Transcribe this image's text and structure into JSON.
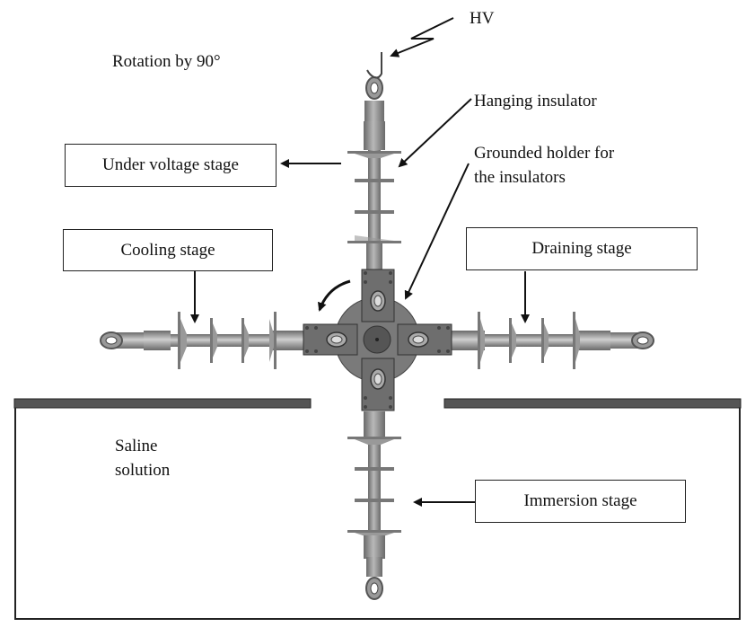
{
  "figure": {
    "hv_label": "HV",
    "rotation_label": "Rotation by 90°",
    "hanging_insulator_label": "Hanging insulator",
    "grounded_holder_label_line1": "Grounded holder for",
    "grounded_holder_label_line2": "the insulators",
    "saline_label_line1": "Saline",
    "saline_label_line2": "solution",
    "stages": {
      "under_voltage": "Under voltage stage",
      "cooling": "Cooling stage",
      "draining": "Draining stage",
      "immersion": "Immersion stage"
    },
    "colors": {
      "insulator_body": "#8f8f8f",
      "insulator_light": "#c4c4c4",
      "holder": "#6e6e6e",
      "holder_disc": "#7a7a7a",
      "tank_lid": "#555555",
      "outline": "#222222"
    }
  }
}
